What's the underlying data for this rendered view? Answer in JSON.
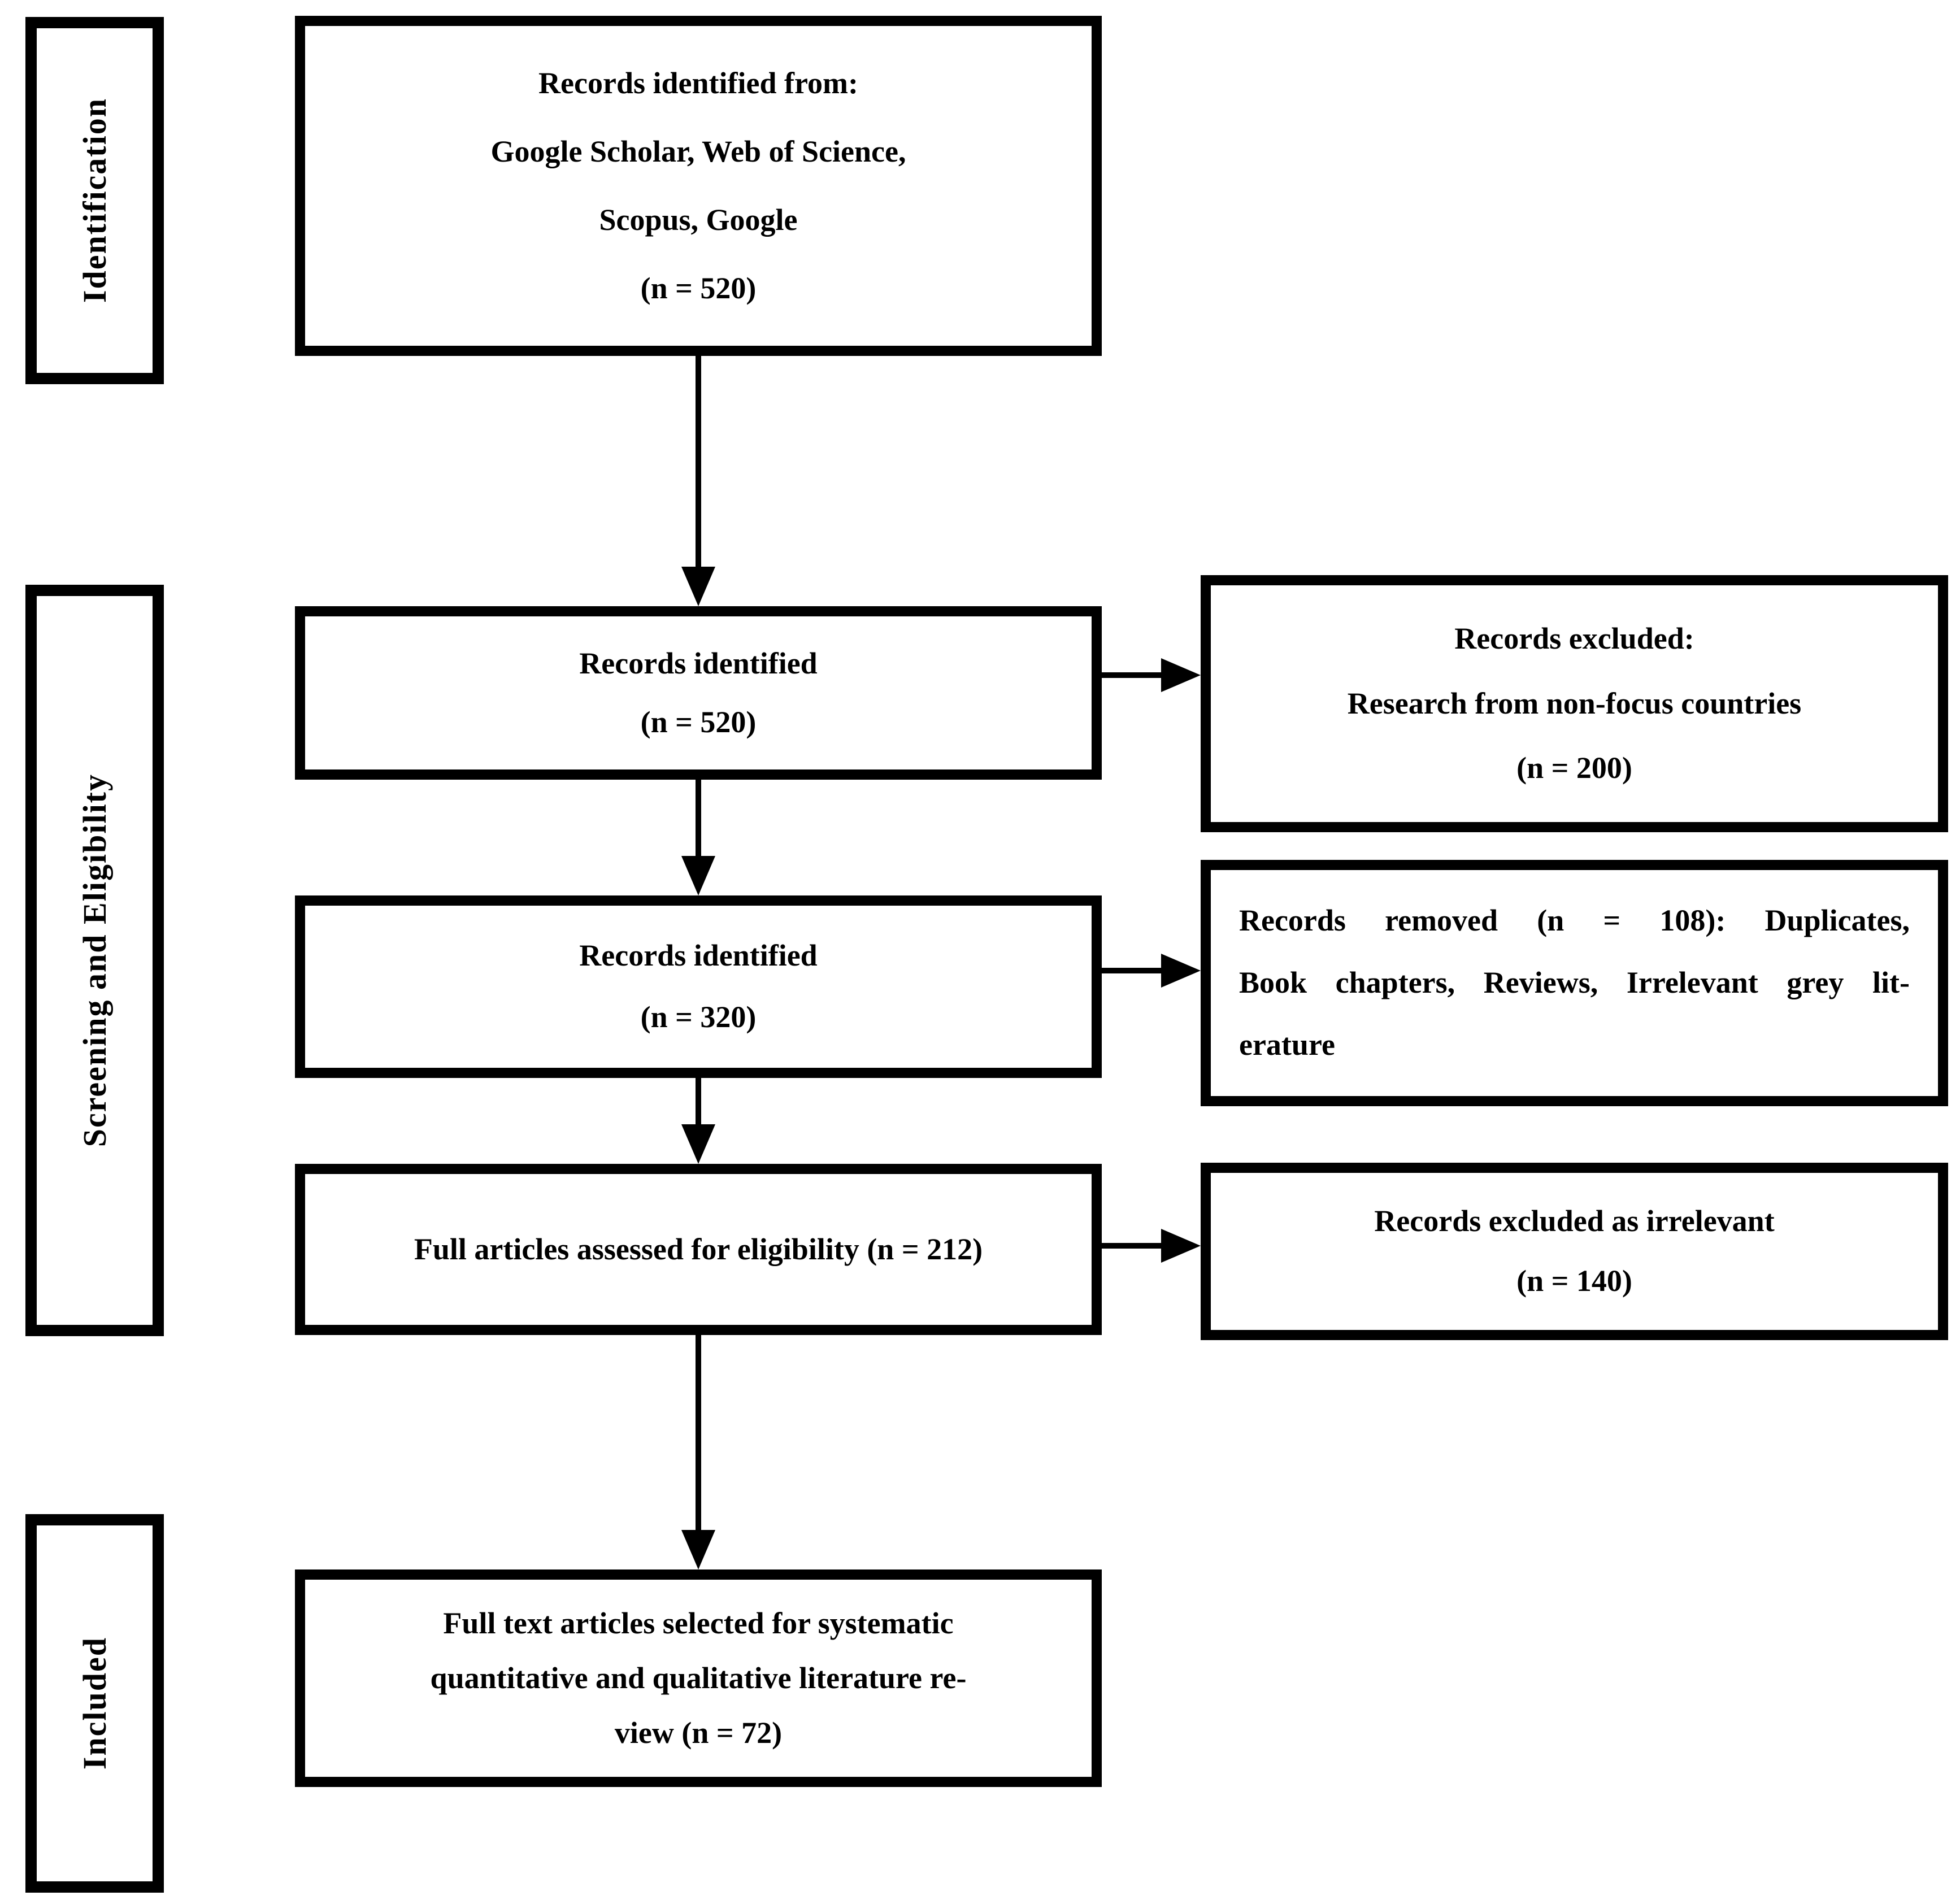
{
  "figure": {
    "type": "prisma-flow-diagram",
    "colors": {
      "ink": "#000000",
      "background": "#ffffff"
    }
  },
  "sidebar": {
    "stages": [
      {
        "label": "Identification"
      },
      {
        "label": "Screening and Eligibility"
      },
      {
        "label": "Included"
      }
    ]
  },
  "flow": {
    "box1": {
      "lines": [
        "Records identified from:",
        "Google Scholar, Web of Science,",
        "Scopus, Google",
        "(n = 520)"
      ]
    },
    "box2": {
      "lines": [
        "Records identified",
        "(n = 520)"
      ]
    },
    "box3": {
      "lines": [
        "Records identified",
        "(n = 320)"
      ]
    },
    "box4": {
      "lines": [
        "Full articles assessed for eligibility (n = 212)"
      ]
    },
    "box5": {
      "lines": [
        "Full text articles selected for systematic",
        "quantitative and qualitative literature re-",
        "view (n = 72)"
      ]
    }
  },
  "exclusions": {
    "rbox1": {
      "lines": [
        "Records excluded:",
        "Research from non-focus countries",
        "(n = 200)"
      ]
    },
    "rbox2": {
      "lines": [
        "Records removed (n = 108): Duplicates,",
        "Book chapters, Reviews, Irrelevant grey lit-",
        "erature"
      ]
    },
    "rbox3": {
      "lines": [
        "Records excluded as irrelevant",
        "(n = 140)"
      ]
    }
  }
}
